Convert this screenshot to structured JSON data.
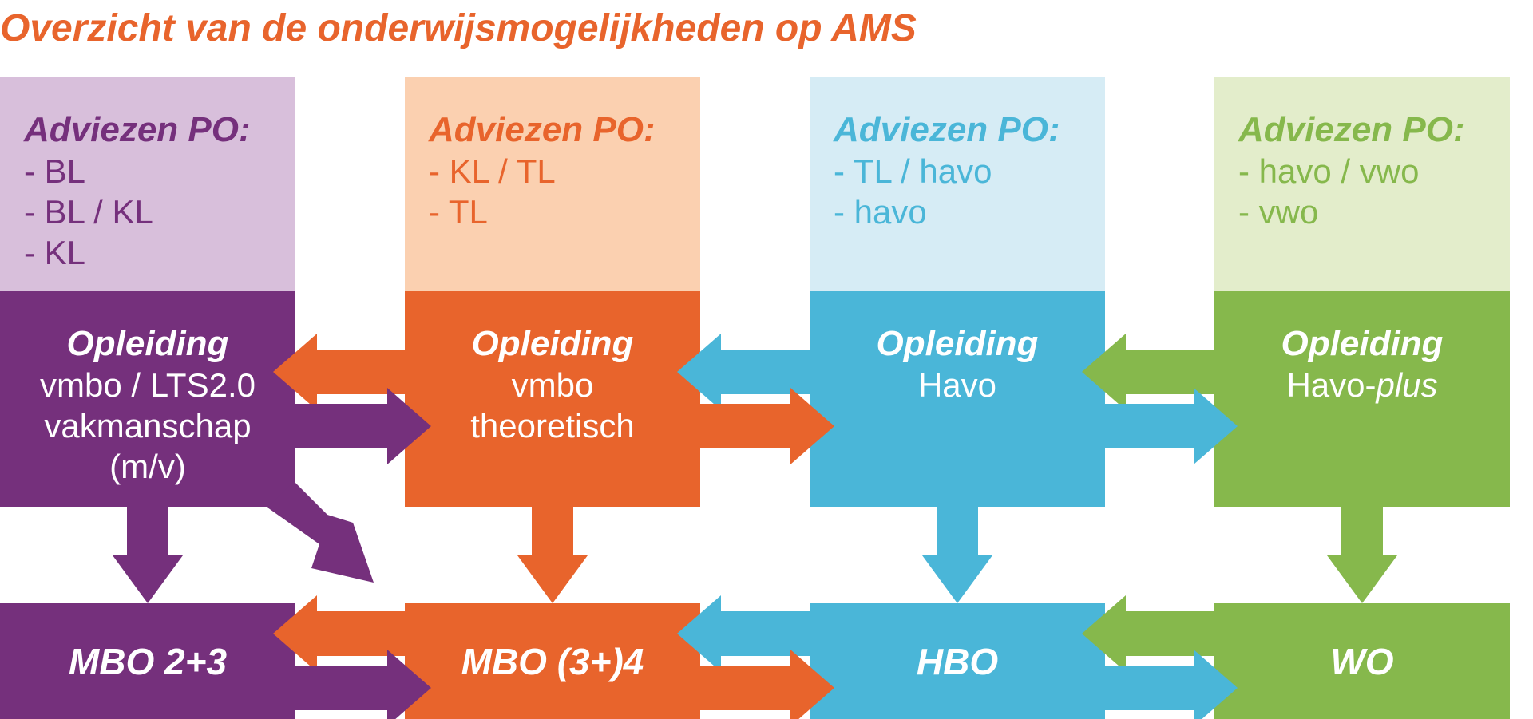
{
  "title": "Overzicht van de onderwijsmogelijkheden op AMS",
  "colors": {
    "title": "#E8642C",
    "purple": "#75307C",
    "purple_light": "#D8BFDB",
    "orange": "#E8642C",
    "orange_light": "#FBD0B0",
    "blue": "#4AB6D8",
    "blue_light": "#D6ECF5",
    "green": "#86B84C",
    "green_light": "#E3EDCB"
  },
  "columns": [
    {
      "advice_heading": "Adviezen PO:",
      "advice_items": [
        "- BL",
        "- BL / KL",
        "- KL"
      ],
      "program_heading": "Opleiding",
      "program_lines": [
        "vmbo / LTS2.0",
        "vakmanschap",
        "(m/v)"
      ],
      "outcome": "MBO 2+3"
    },
    {
      "advice_heading": "Adviezen PO:",
      "advice_items": [
        "- KL / TL",
        "- TL"
      ],
      "program_heading": "Opleiding",
      "program_lines": [
        "vmbo",
        "theoretisch"
      ],
      "outcome": "MBO (3+)4"
    },
    {
      "advice_heading": "Adviezen PO:",
      "advice_items": [
        "- TL / havo",
        "- havo"
      ],
      "program_heading": "Opleiding",
      "program_lines": [
        "Havo"
      ],
      "outcome": "HBO"
    },
    {
      "advice_heading": "Adviezen PO:",
      "advice_items": [
        "- havo / vwo",
        "- vwo"
      ],
      "program_heading": "Opleiding",
      "program_line_plain": "Havo-",
      "program_line_italic": "plus",
      "outcome": "WO"
    }
  ]
}
